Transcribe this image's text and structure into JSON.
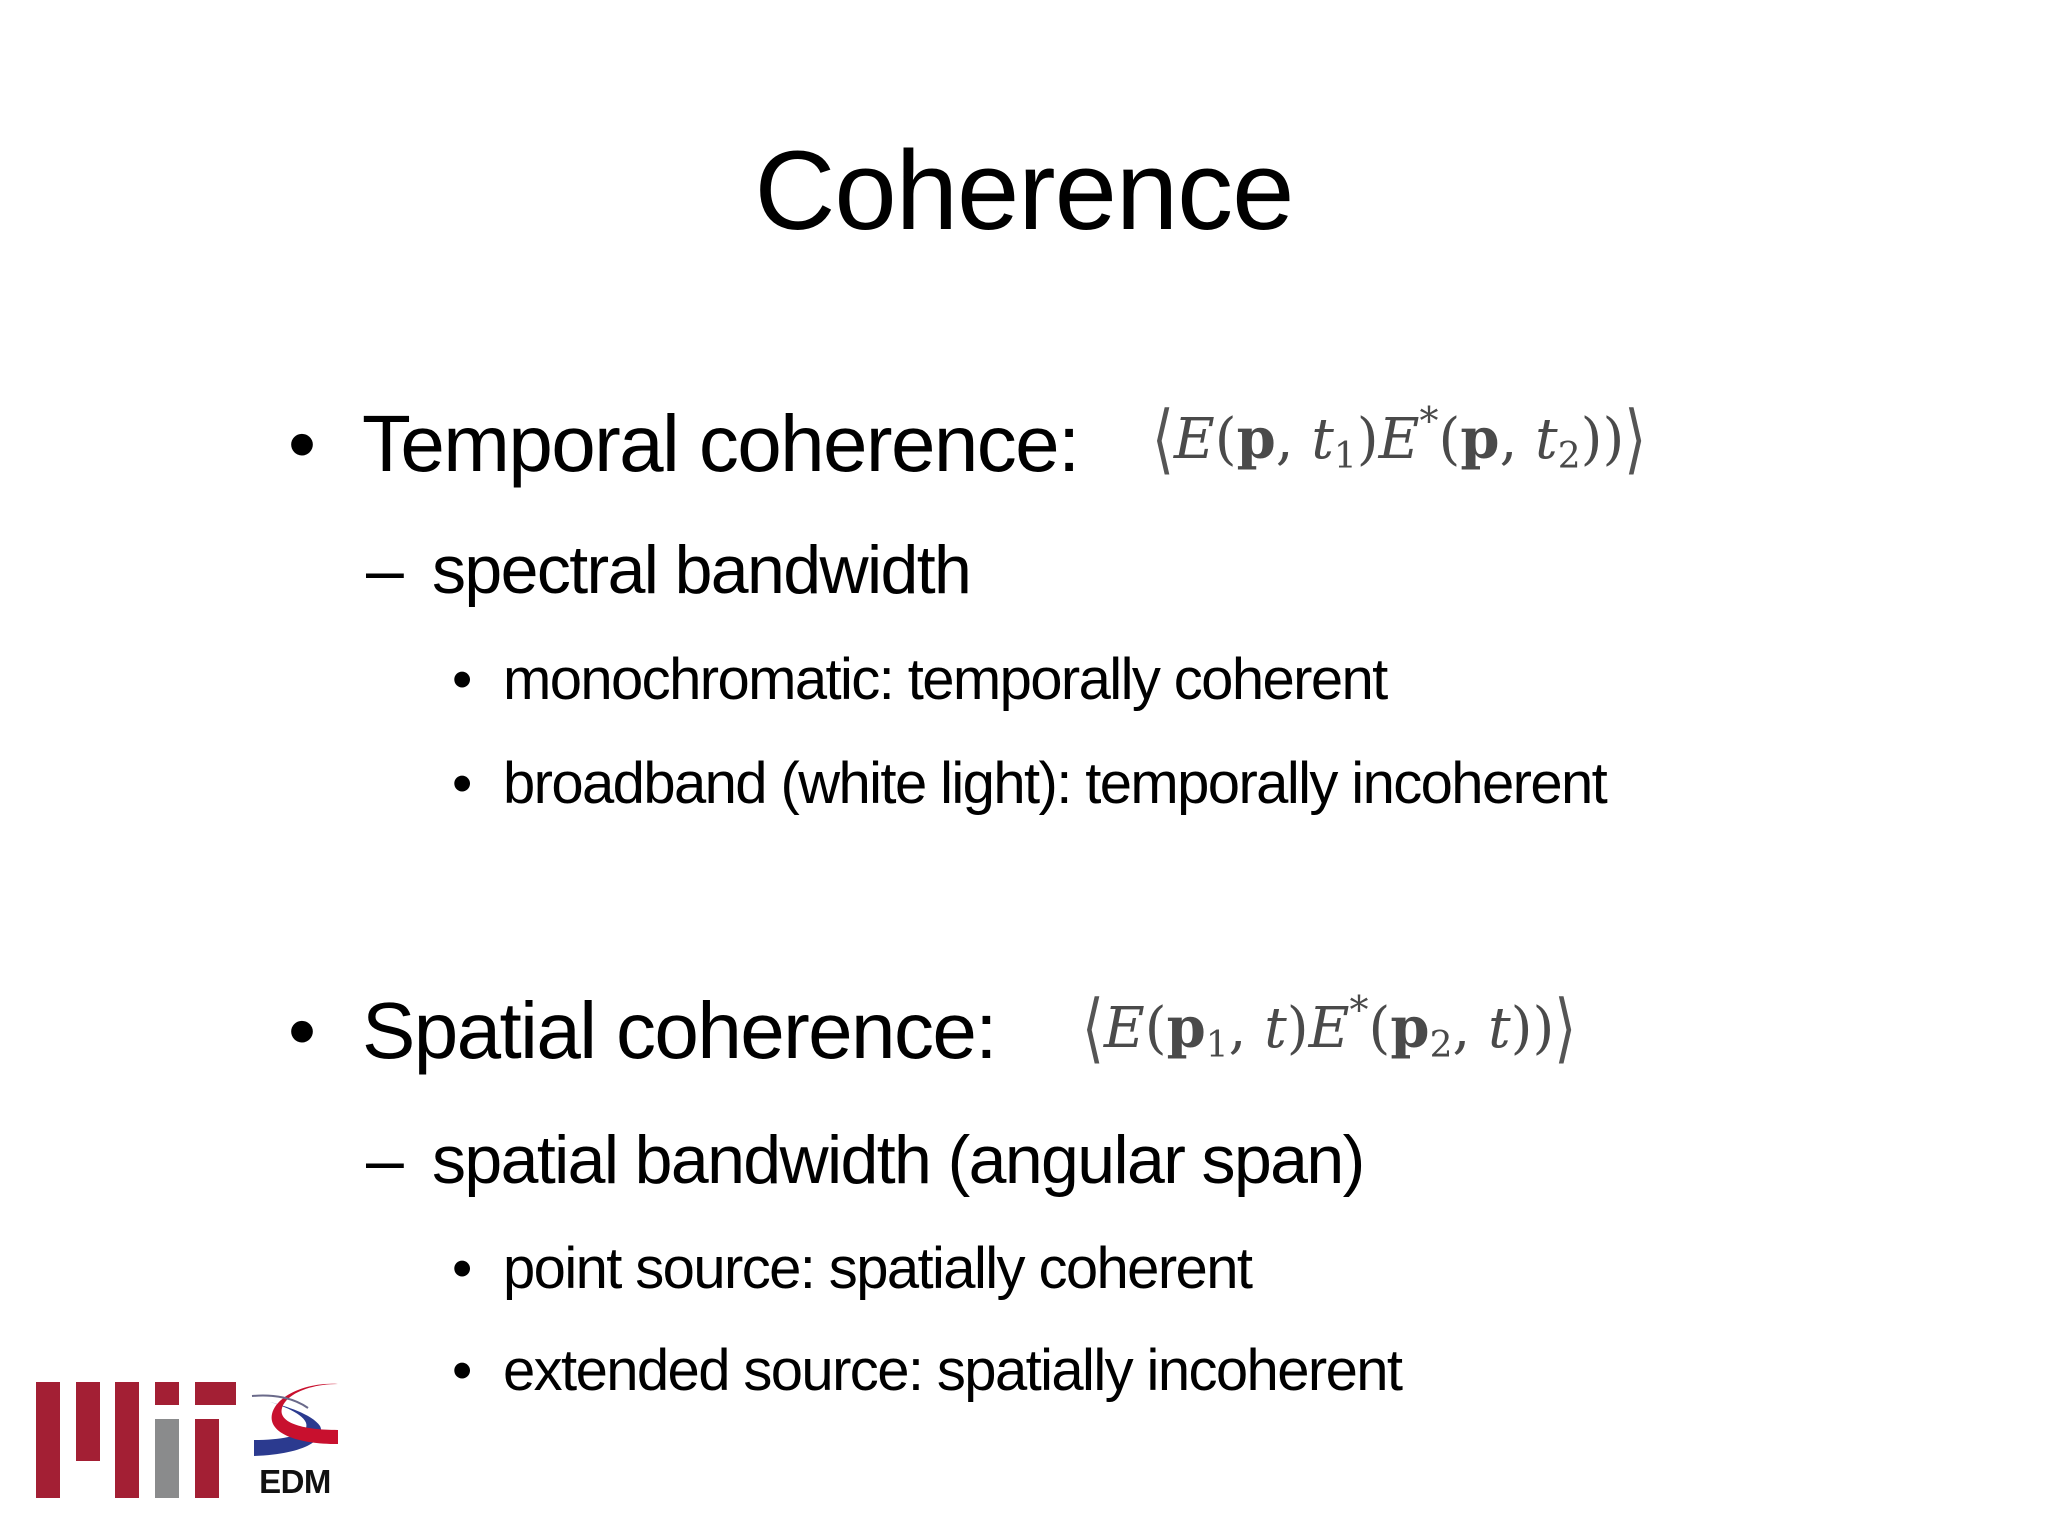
{
  "slide": {
    "title": "Coherence",
    "sections": [
      {
        "bullet": "•",
        "label": "Temporal coherence:",
        "formula": {
          "latex": "\\langle E(\\mathbf{p}, t_1) E^*(\\mathbf{p}, t_2) \\rangle",
          "parts": {
            "open": "⟨",
            "E1": "E",
            "lp1": "(",
            "p1": "p",
            "c1": ", ",
            "t1": "t",
            "s1": "1",
            "rp1": ")",
            "E2": "E",
            "star": "*",
            "lp2": "(",
            "p2": "p",
            "c2": ", ",
            "t2": "t",
            "s2": "2",
            "rp2": ")",
            "close": "⟩"
          }
        },
        "sub": {
          "dash": "–",
          "label": "spectral bandwidth",
          "items": [
            {
              "bullet": "•",
              "label": "monochromatic: temporally coherent"
            },
            {
              "bullet": "•",
              "label": "broadband (white light): temporally incoherent"
            }
          ]
        }
      },
      {
        "bullet": "•",
        "label": "Spatial coherence:",
        "formula": {
          "latex": "\\langle E(\\mathbf{p}_1, t) E^*(\\mathbf{p}_2, t) \\rangle",
          "parts": {
            "open": "⟨",
            "E1": "E",
            "lp1": "(",
            "p1": "p",
            "s1": "1",
            "c1": ", ",
            "t1": "t",
            "rp1": ")",
            "E2": "E",
            "star": "*",
            "lp2": "(",
            "p2": "p",
            "s2": "2",
            "c2": ", ",
            "t2": "t",
            "rp2": ")",
            "close": "⟩"
          }
        },
        "sub": {
          "dash": "–",
          "label": "spatial bandwidth (angular span)",
          "items": [
            {
              "bullet": "•",
              "label": "point source: spatially coherent"
            },
            {
              "bullet": "•",
              "label": "extended source: spatially incoherent"
            }
          ]
        }
      }
    ]
  },
  "logos": {
    "mit": {
      "name": "MIT logo",
      "colors": {
        "primary": "#a31f34",
        "secondary": "#8a8b8c"
      }
    },
    "edm": {
      "label": "EDM",
      "colors": {
        "red": "#c8102e",
        "blue": "#2b3a8f",
        "text": "#111111"
      }
    }
  }
}
